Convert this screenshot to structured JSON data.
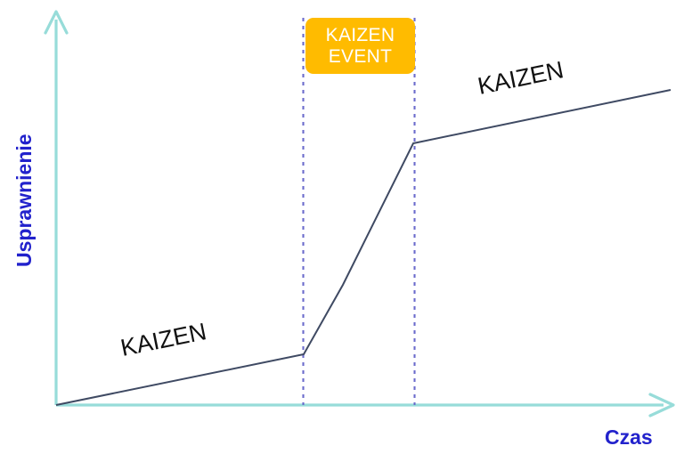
{
  "chart_data": {
    "type": "line",
    "title": "",
    "xlabel": "Czas",
    "ylabel": "Usprawnienie",
    "grid": false,
    "legend_position": "inline-annotations",
    "axis_style": "arrow",
    "xlim": [
      0,
      100
    ],
    "ylim": [
      0,
      100
    ],
    "series": [
      {
        "name": "Usprawnienie",
        "color": "#3f4a63",
        "points": [
          {
            "x": 0,
            "y": 0
          },
          {
            "x": 40.1,
            "y": 16.1
          },
          {
            "x": 46.5,
            "y": 38.1
          },
          {
            "x": 57.9,
            "y": 83.0
          },
          {
            "x": 99.6,
            "y": 99.7
          }
        ]
      }
    ],
    "annotations": [
      {
        "name": "kaizen-left",
        "text": "KAIZEN",
        "x": 11.0,
        "y": 22.3,
        "rotation": -11.5
      },
      {
        "name": "kaizen-right",
        "text": "KAIZEN",
        "x": 68.8,
        "y": 105.6,
        "rotation": -11.5
      },
      {
        "name": "kaizen-event",
        "text": "KAIZEN EVENT",
        "x": 43.3,
        "y": 123.0
      }
    ],
    "vertical_markers": [
      {
        "name": "kaizen-event-start",
        "x": 40.1,
        "style": "dashed",
        "color": "#6b6bcc"
      },
      {
        "name": "kaizen-event-end",
        "x": 58.0,
        "style": "dashed",
        "color": "#6b6bcc"
      }
    ]
  },
  "axes": {
    "y_title": "Usprawnienie",
    "x_title": "Czas",
    "color": "#97dcd9"
  },
  "labels": {
    "kaizen_left": "KAIZEN",
    "kaizen_right": "KAIZEN"
  },
  "event_box": {
    "line1": "KAIZEN",
    "line2": "EVENT",
    "fill": "#ffbb00",
    "text_color": "#ffffff"
  },
  "colors": {
    "axis": "#97dcd9",
    "label_blue": "#2222cc",
    "series_line": "#3f4a63",
    "dashed_marker": "#6b6bcc",
    "event_orange": "#ffbb00",
    "background": "#ffffff"
  }
}
